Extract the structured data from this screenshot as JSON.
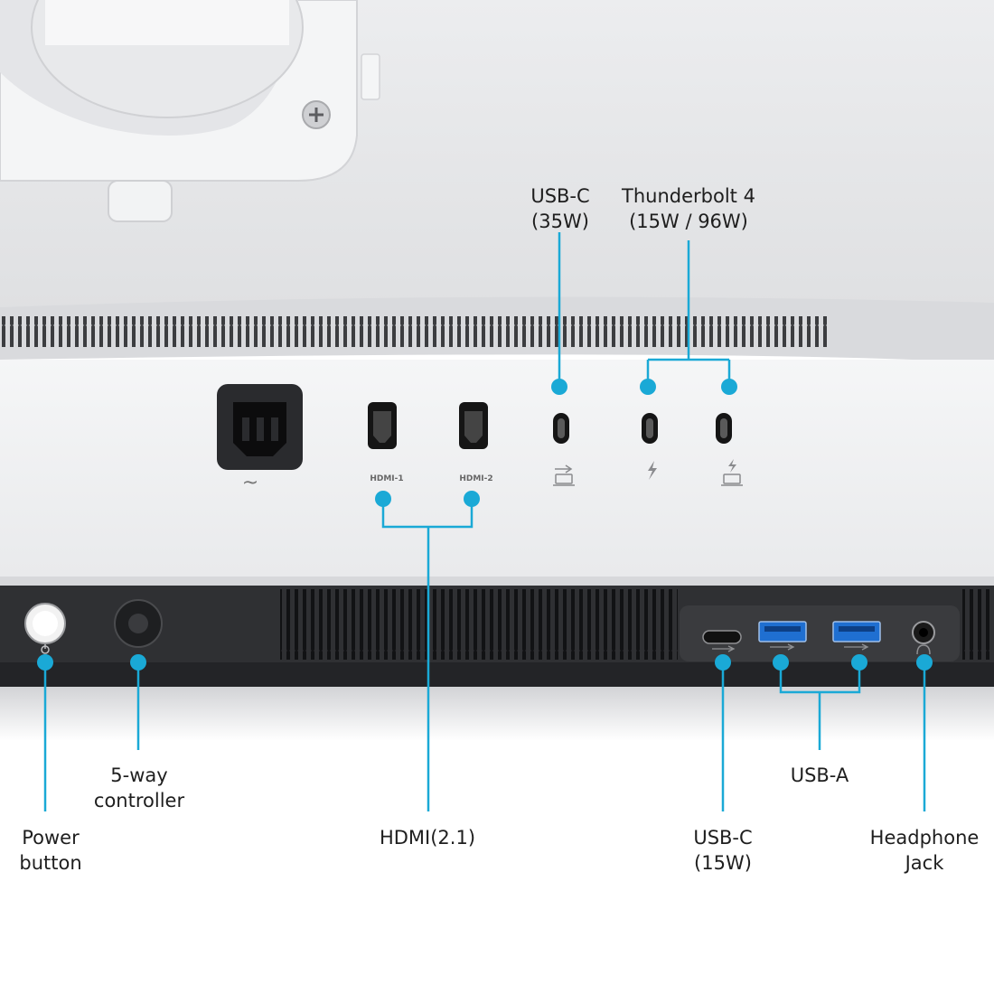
{
  "colors": {
    "accent": "#1aa9d6",
    "housing": "#e6e7e9",
    "panel": "#f1f2f3",
    "strip": "#2f3033",
    "port": "#151515",
    "text": "#1e1e1e"
  },
  "ports_labels": {
    "hdmi_1": "HDMI-1",
    "hdmi_2": "HDMI-2",
    "ac_symbol": "~"
  },
  "callouts": {
    "usbc_35w": {
      "line1": "USB-C",
      "line2": "(35W)"
    },
    "thunderbolt": {
      "line1": "Thunderbolt 4",
      "line2": "(15W / 96W)"
    },
    "power_button": {
      "line1": "Power",
      "line2": "button"
    },
    "controller": {
      "line1": "5-way",
      "line2": "controller"
    },
    "hdmi": {
      "line1": "HDMI(2.1)"
    },
    "usbc_15w": {
      "line1": "USB-C",
      "line2": "(15W)"
    },
    "usba": {
      "line1": "USB-A"
    },
    "headphone": {
      "line1": "Headphone",
      "line2": "Jack"
    }
  },
  "icons": {
    "usb_laptop": "usb-laptop-icon",
    "thunderbolt": "thunderbolt-icon",
    "thunderbolt_laptop": "thunderbolt-laptop-icon",
    "usb": "usb-icon",
    "power": "power-icon",
    "headphone": "headphone-icon"
  }
}
